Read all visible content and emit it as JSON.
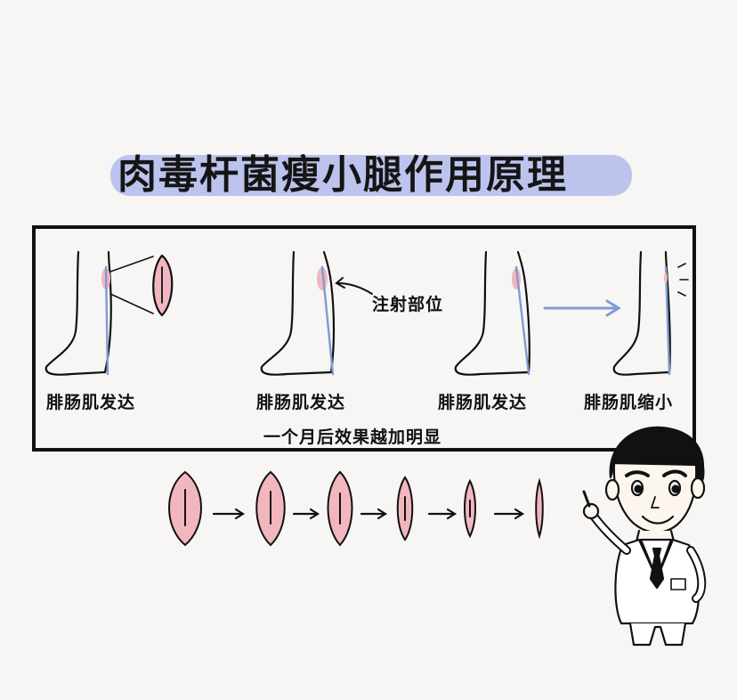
{
  "title": "肉毒杆菌瘦小腿作用原理",
  "injection_label": "注射部位",
  "stage_labels": [
    "腓肠肌发达",
    "腓肠肌发达",
    "腓肠肌发达",
    "腓肠肌缩小"
  ],
  "footer_note": "一个月后效果越加明显",
  "colors": {
    "title_highlight": "#bcc4ee",
    "muscle_pink": "#f2b6bf",
    "line_blue": "#7f9bd3",
    "outline": "#111111"
  }
}
